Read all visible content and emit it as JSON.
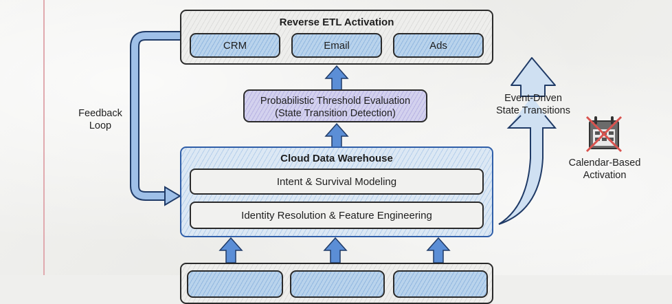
{
  "activation": {
    "title": "Reverse ETL Activation",
    "channels": [
      "CRM",
      "Email",
      "Ads"
    ]
  },
  "evaluation": {
    "line1": "Probabilistic Threshold Evaluation",
    "line2": "(State Transition Detection)"
  },
  "warehouse": {
    "title": "Cloud Data Warehouse",
    "layers": [
      "Intent & Survival Modeling",
      "Identity Resolution & Feature Engineering"
    ]
  },
  "feedback": {
    "line1": "Feedback",
    "line2": "Loop"
  },
  "event_driven": {
    "line1": "Event-Driven",
    "line2": "State Transitions"
  },
  "calendar": {
    "icon": "crossed-out-calendar-icon",
    "line1": "Calendar-Based",
    "line2": "Activation"
  },
  "colors": {
    "arrow_blue": "#5b8ed6",
    "box_blue": "#b9d3ec",
    "box_purple": "#d3d1ee",
    "margin_red": "#e0a9ae",
    "cross_red": "#d9534f"
  }
}
